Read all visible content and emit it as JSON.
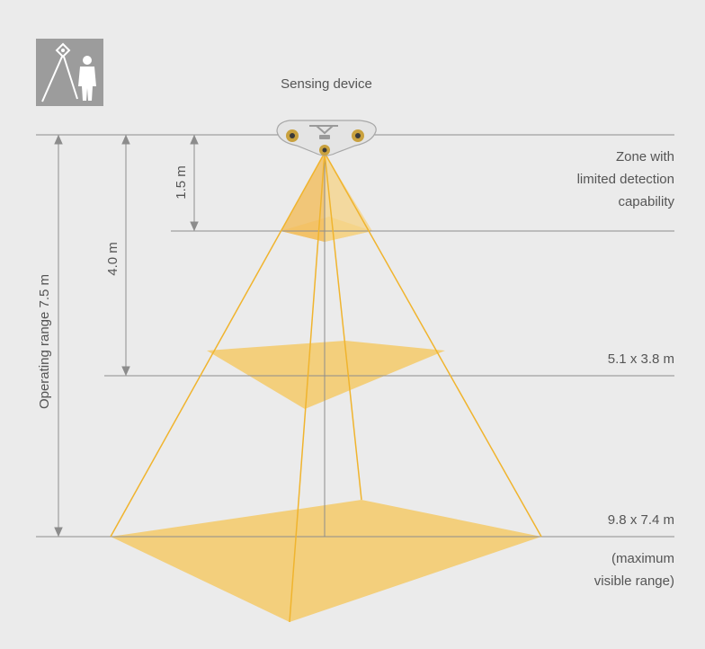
{
  "device_label": "Sensing device",
  "zone_label": [
    "Zone with",
    "limited detection",
    "capability"
  ],
  "heights": {
    "near": "1.5 m",
    "mid": "4.0 m",
    "operating": "Operating range 7.5 m"
  },
  "areas": {
    "mid": "5.1 x 3.8 m",
    "max": "9.8 x 7.4 m",
    "max_note": [
      "(maximum",
      "visible range)"
    ]
  },
  "colors": {
    "background": "#ebebeb",
    "cone_fill": "#f3cf7c",
    "cone_line": "#f0b42e",
    "guide_line": "#8c8c8c",
    "icon_bg": "#9c9c9c"
  }
}
